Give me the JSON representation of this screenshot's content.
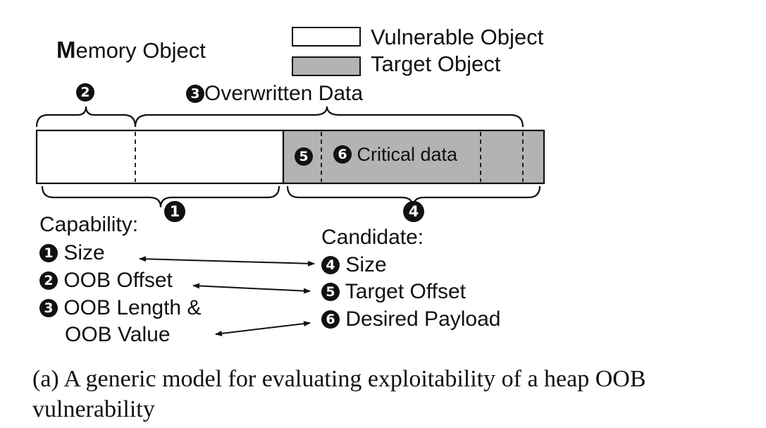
{
  "title": {
    "first_letter": "M",
    "rest": "emory Object"
  },
  "legend": [
    {
      "label": "Vulnerable Object",
      "color": "#ffffff"
    },
    {
      "label": "Target Object",
      "color": "#b3b3b3"
    }
  ],
  "markers": {
    "m1": "1",
    "m2": "2",
    "m3": "3",
    "m4": "4",
    "m5": "5",
    "m6": "6"
  },
  "top_labels": {
    "overwritten": "Overwritten Data"
  },
  "bar": {
    "critical": "Critical data",
    "vulnerable_color": "#ffffff",
    "target_color": "#b3b3b3"
  },
  "capability": {
    "heading": "Capability:",
    "items": [
      "Size",
      "OOB Offset",
      "OOB Length &",
      "OOB Value"
    ]
  },
  "candidate": {
    "heading": "Candidate:",
    "items": [
      "Size",
      "Target Offset",
      "Desired Payload"
    ]
  },
  "caption": {
    "line1": "(a) A generic model for evaluating exploitability of a heap OOB",
    "line2": "vulnerability"
  }
}
